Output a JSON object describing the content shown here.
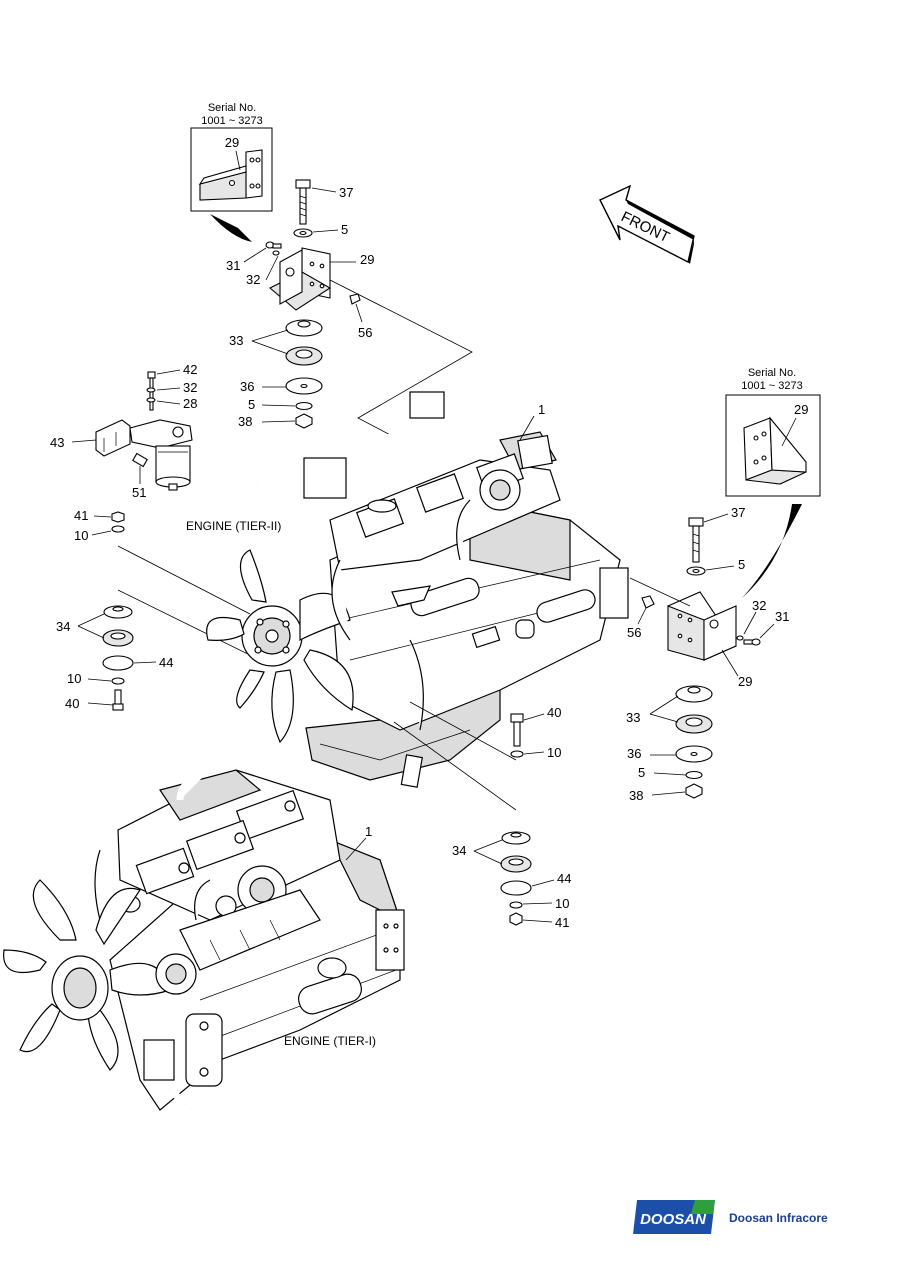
{
  "callouts": {
    "l1": "1",
    "l1b": "1",
    "l5a": "5",
    "l5b": "5",
    "l5c": "5",
    "l5d": "5",
    "l10a": "10",
    "l10b": "10",
    "l10c": "10",
    "l10d": "10",
    "l28": "28",
    "l29a": "29",
    "l29b": "29",
    "l29c": "29",
    "l29d": "29",
    "l31a": "31",
    "l31b": "31",
    "l32a": "32",
    "l32b": "32",
    "l32c": "32",
    "l33a": "33",
    "l33b": "33",
    "l34a": "34",
    "l34b": "34",
    "l36a": "36",
    "l36b": "36",
    "l37a": "37",
    "l37b": "37",
    "l38a": "38",
    "l38b": "38",
    "l40a": "40",
    "l40b": "40",
    "l41a": "41",
    "l41b": "41",
    "l42": "42",
    "l43": "43",
    "l44a": "44",
    "l44b": "44",
    "l51": "51",
    "l56a": "56",
    "l56b": "56"
  },
  "insets": {
    "left": {
      "title": "Serial No.",
      "range": "1001 ~ 3273"
    },
    "right": {
      "title": "Serial No.",
      "range": "1001 ~ 3273"
    }
  },
  "captions": {
    "tier2": "ENGINE (TIER-II)",
    "tier1": "ENGINE (TIER-I)",
    "front": "FRONT"
  },
  "brand": {
    "logo_text": "DOOSAN",
    "name": "Doosan Infracore",
    "logo_color": "#1b4fa8",
    "accent_color": "#2e9e3e"
  },
  "icons": {
    "front_arrow": "front-arrow-icon",
    "logo": "doosan-logo-icon"
  }
}
